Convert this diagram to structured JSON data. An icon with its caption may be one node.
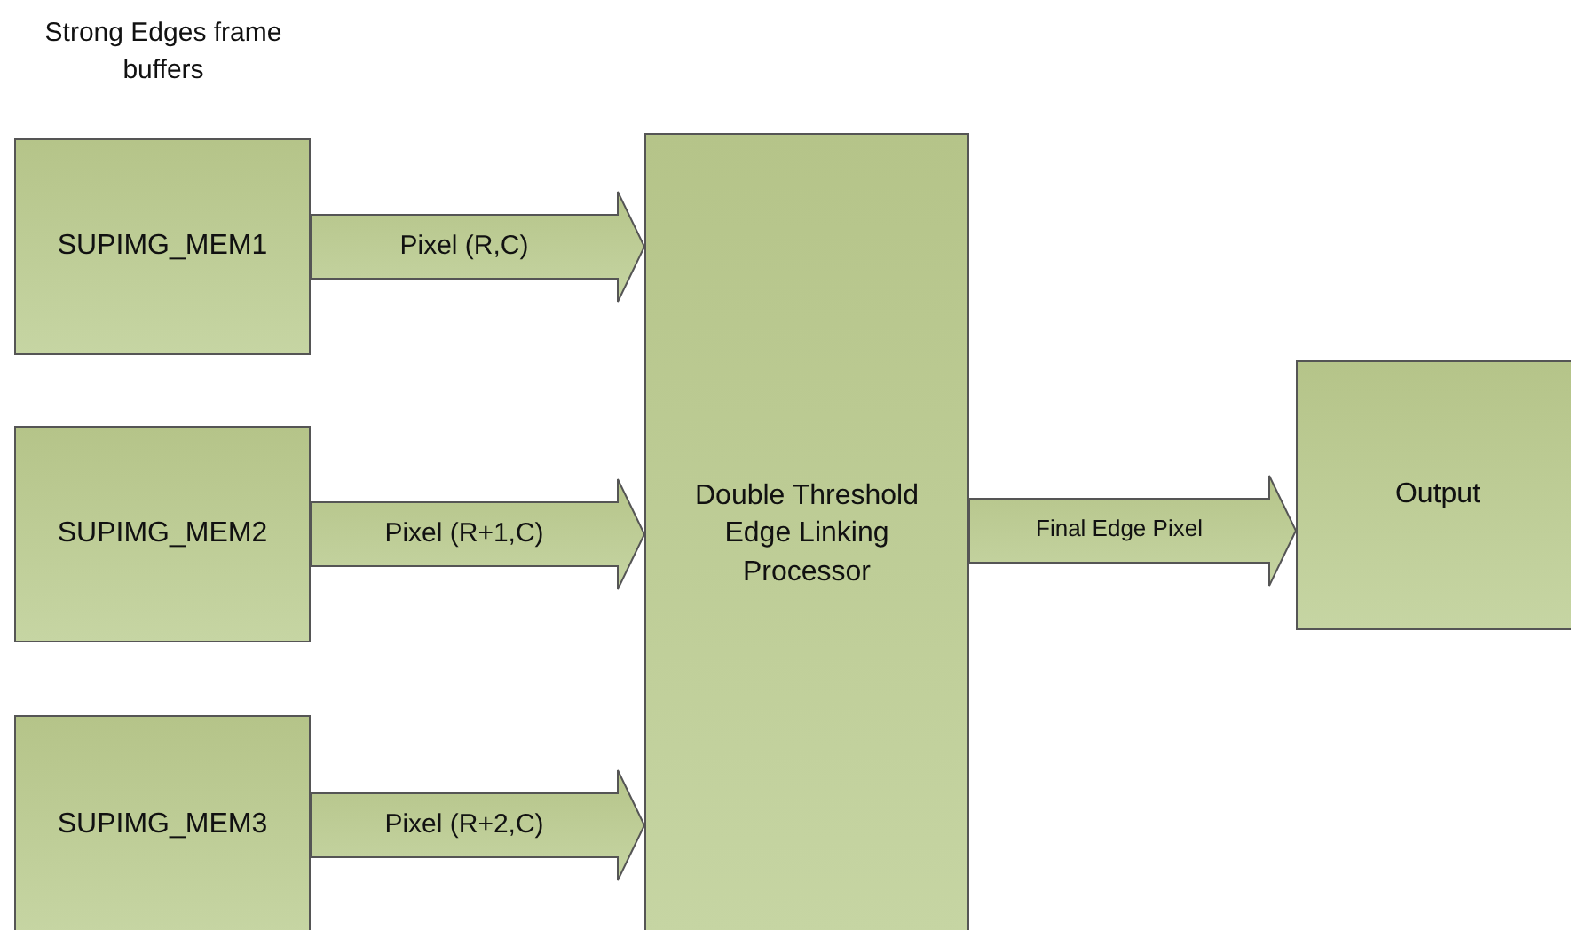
{
  "diagram": {
    "nodes": [
      {
        "text": [
          "SUPIMG_MEM1"
        ]
      },
      {
        "text": [
          "SUPIMG_MEM2"
        ]
      },
      {
        "text": [
          "SUPIMG_MEM3"
        ]
      },
      {
        "text": [
          "Double Threshold Edge Linking Processor"
        ]
      },
      {
        "text": [
          "Output"
        ]
      }
    ],
    "edges": [
      {
        "from": 0,
        "to": 3,
        "arrow": "to",
        "label": "Pixel (R,C)"
      },
      {
        "from": 1,
        "to": 3,
        "arrow": "to",
        "label": "Pixel (R+1,C)"
      },
      {
        "from": 2,
        "to": 3,
        "arrow": "to",
        "label": "Pixel (R+2,C)"
      },
      {
        "from": 3,
        "to": 4,
        "arrow": "to",
        "label": "Final Edge Pixel"
      }
    ],
    "labels": [
      "Strong Edges frame buffers"
    ]
  }
}
